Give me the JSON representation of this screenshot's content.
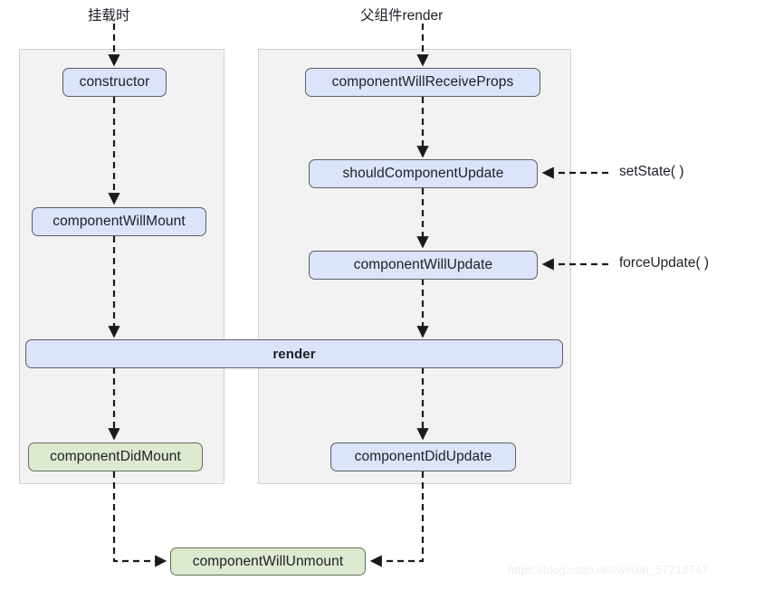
{
  "diagram": {
    "title_mount": "挂载时",
    "title_update": "父组件render",
    "watermark": "https://blog.csdn.net/weixin_57218747",
    "colors": {
      "panel_bg": "#f2f2f2",
      "panel_border": "#d2d2d2",
      "blue_fill": "#dbe4f8",
      "green_fill": "#ddeacf",
      "node_border": "#666666",
      "edge": "#1a1a1a"
    },
    "nodes": {
      "constructor": "constructor",
      "component_will_mount": "componentWillMount",
      "component_did_mount": "componentDidMount",
      "component_will_receive_props": "componentWillReceiveProps",
      "should_component_update": "shouldComponentUpdate",
      "component_will_update": "componentWillUpdate",
      "component_did_update": "componentDidUpdate",
      "render": "render",
      "component_will_unmount": "componentWillUnmount"
    },
    "side_labels": {
      "set_state": "setState( )",
      "force_update": "forceUpdate( )"
    }
  }
}
